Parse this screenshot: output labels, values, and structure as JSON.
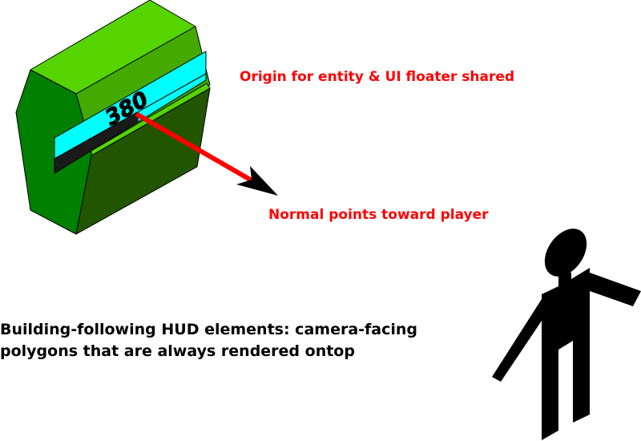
{
  "diagram": {
    "title": "Building-following HUD elements",
    "building": {
      "name": "green building",
      "hud_value": "380",
      "health_fraction": 0.45,
      "colors": {
        "top_face": "#55d400",
        "upper_front": "#44aa00",
        "left_side": "#008000",
        "lower_front": "#225500",
        "hud_panel": "#00ffff",
        "hud_bar_empty": "#1a1a1a",
        "outline": "#000000"
      }
    },
    "arrow": {
      "color": "#ff0000",
      "head_color": "#000000",
      "meaning": "normal vector"
    },
    "labels": {
      "origin": "Origin for entity & UI floater shared",
      "normal": "Normal points toward player",
      "caption_line1": "Building-following HUD elements: camera-facing",
      "caption_line2": "polygons that are always rendered ontop"
    },
    "player": {
      "name": "player figure",
      "color": "#000000"
    },
    "label_color": "#ff0000",
    "caption_color": "#000000"
  }
}
